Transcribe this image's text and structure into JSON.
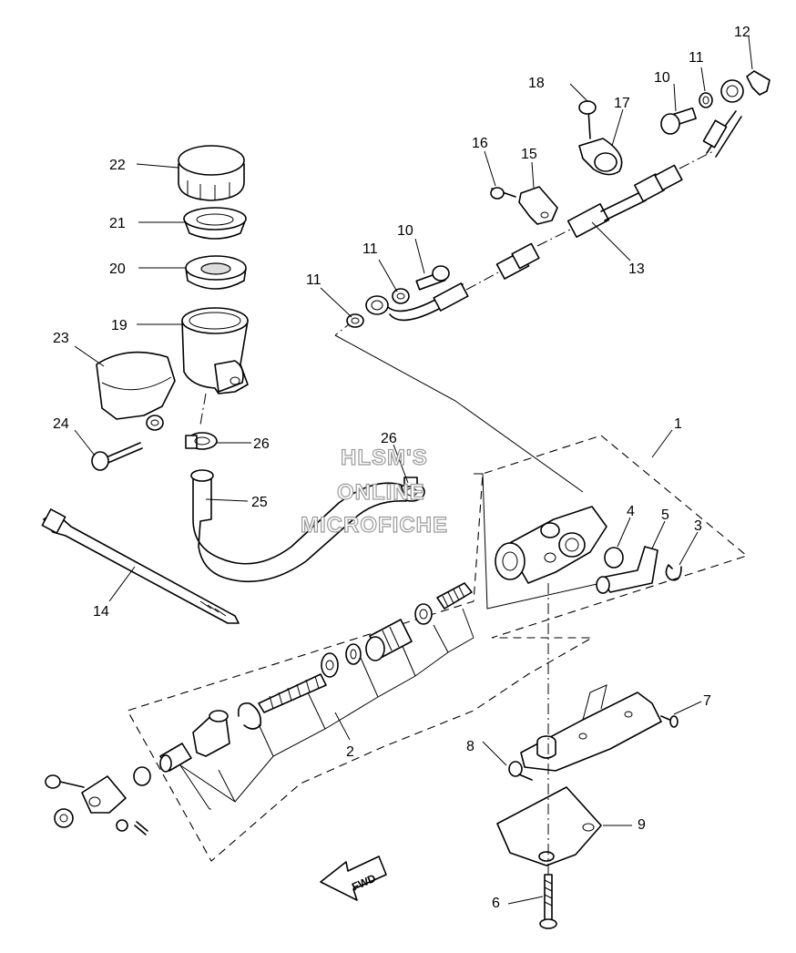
{
  "watermark": {
    "line1": "HLSM'S",
    "line2": "ONLINE",
    "line3": "MICROFICHE"
  },
  "direction_label": "FWD",
  "callouts": [
    "1",
    "2",
    "3",
    "4",
    "5",
    "6",
    "7",
    "8",
    "9",
    "10",
    "10",
    "11",
    "11",
    "11",
    "12",
    "13",
    "14",
    "15",
    "16",
    "17",
    "18",
    "19",
    "20",
    "21",
    "22",
    "23",
    "24",
    "25",
    "26",
    "26"
  ]
}
